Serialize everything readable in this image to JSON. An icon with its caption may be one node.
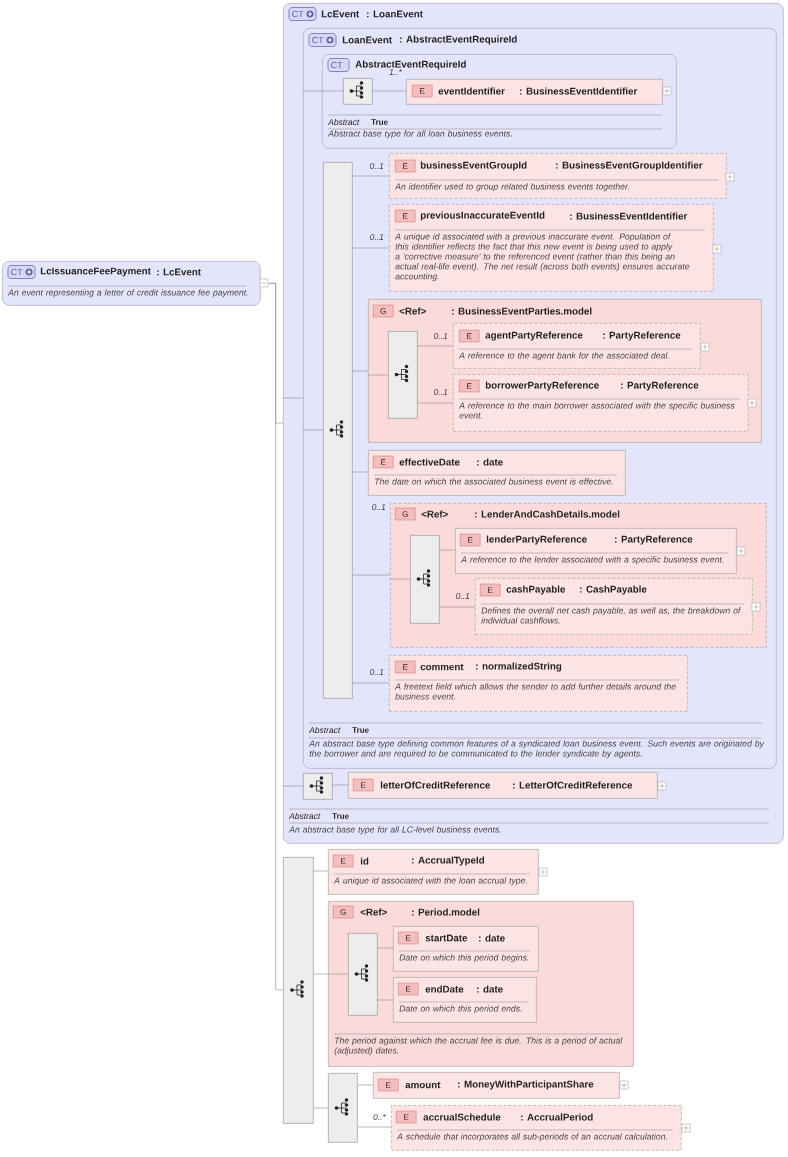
{
  "diagram": {
    "nodes": [
      {
        "text": [
          "CT",
          "LcIssuanceFeePayment",
          ": LcEvent",
          "An event representing a letter of credit issuance fee payment."
        ]
      },
      {
        "text": [
          "CT",
          "LcEvent",
          ": LoanEvent",
          "Abstract",
          "True",
          "An abstract base type for all LC-level business events."
        ]
      },
      {
        "text": [
          "CT",
          "LoanEvent",
          ": AbstractEventRequireId",
          "Abstract",
          "True",
          "An abstract base type defining common features of a syndicated loan business event. Such events are originated by the borrower and are required to be communicated to the lender syndicate by agents."
        ],
        "in": 1
      },
      {
        "text": [
          "CT",
          "AbstractEventRequireId",
          "Abstract",
          "True",
          "Abstract base type for all loan business events."
        ],
        "in": 2
      },
      {
        "text": [],
        "shape": "box",
        "in": 3
      },
      {
        "text": [
          "E",
          "eventIdentifier",
          ": BusinessEventIdentifier"
        ],
        "beside": [
          "1..*"
        ],
        "in": 3
      },
      {
        "text": [],
        "shape": "box",
        "in": 2
      },
      {
        "text": [
          "E",
          "businessEventGroupId",
          ": BusinessEventGroupIdentifier",
          "An identifier used to group related business events together."
        ],
        "beside": [
          "0..1"
        ],
        "in": 2
      },
      {
        "text": [
          "E",
          "previousInaccurateEventId",
          ": BusinessEventIdentifier",
          "A unique id associated with a previous inaccurate event. Population of this identifier reflects the fact that this new event is being used to apply a 'corrective measure' to the referenced event (rather than this being an actual real-life event). The net result (across both events) ensures accurate accounting."
        ],
        "beside": [
          "0..1"
        ],
        "in": 2
      },
      {
        "text": [
          "G",
          "<Ref>",
          ": BusinessEventParties.model"
        ],
        "in": 2
      },
      {
        "text": [],
        "shape": "box",
        "in": 9
      },
      {
        "text": [
          "E",
          "agentPartyReference",
          ": PartyReference",
          "A reference to the agent bank for the associated deal."
        ],
        "beside": [
          "0..1"
        ],
        "in": 9
      },
      {
        "text": [
          "E",
          "borrowerPartyReference",
          ": PartyReference",
          "A reference to the main borrower associated with the specific business event."
        ],
        "beside": [
          "0..1"
        ],
        "in": 9
      },
      {
        "text": [
          "E",
          "effectiveDate",
          ": date",
          "The date on which the associated business event is effective."
        ],
        "in": 2
      },
      {
        "text": [
          "G",
          "<Ref>",
          ": LenderAndCashDetails.model"
        ],
        "beside": [
          "0..1"
        ],
        "in": 2
      },
      {
        "text": [],
        "shape": "box",
        "in": 14
      },
      {
        "text": [
          "E",
          "lenderPartyReference",
          ": PartyReference",
          "A reference to the lender associated with a specific business event."
        ],
        "in": 14
      },
      {
        "text": [
          "E",
          "cashPayable",
          ": CashPayable",
          "Defines the overall net cash payable, as well as, the breakdown of individual cashflows."
        ],
        "beside": [
          "0..1"
        ],
        "in": 14
      },
      {
        "text": [
          "E",
          "comment",
          ": normalizedString",
          "A freetext field which allows the sender to add further details around the business event."
        ],
        "beside": [
          "0..1"
        ],
        "in": 2
      },
      {
        "text": [],
        "shape": "box",
        "in": 1
      },
      {
        "text": [
          "E",
          "letterOfCreditReference",
          ": LetterOfCreditReference"
        ],
        "in": 1
      },
      {
        "text": [],
        "shape": "box"
      },
      {
        "text": [
          "E",
          "id",
          ": AccrualTypeId",
          "A unique id associated with the loan accrual type."
        ]
      },
      {
        "text": [
          "G",
          "<Ref>",
          ": Period.model",
          "The period against which the accrual fee is due. This is a period of actual (adjusted) dates."
        ]
      },
      {
        "text": [],
        "shape": "box",
        "in": 23
      },
      {
        "text": [
          "E",
          "startDate",
          ": date",
          "Date on which this period begins."
        ],
        "in": 23
      },
      {
        "text": [
          "E",
          "endDate",
          ": date",
          "Date on which this period ends."
        ],
        "in": 23
      },
      {
        "text": [],
        "shape": "box"
      },
      {
        "text": [
          "E",
          "amount",
          ": MoneyWithParticipantShare"
        ]
      },
      {
        "text": [
          "E",
          "accrualSchedule",
          ": AccrualPeriod",
          "A schedule that incorporates all sub-periods of an accrual calculation."
        ],
        "beside": [
          "0..*"
        ]
      }
    ],
    "edges": [
      {
        "from": 0,
        "to": 1,
        "arrow": "none"
      },
      {
        "from": 0,
        "to": 21,
        "arrow": "none"
      },
      {
        "from": 1,
        "to": 2,
        "arrow": "none"
      },
      {
        "from": 1,
        "to": 19,
        "arrow": "none"
      },
      {
        "from": 2,
        "to": 4,
        "arrow": "none"
      },
      {
        "from": 2,
        "to": 6,
        "arrow": "none"
      },
      {
        "from": 4,
        "to": 5,
        "arrow": "none"
      },
      {
        "from": 6,
        "to": 7,
        "arrow": "none"
      },
      {
        "from": 6,
        "to": 8,
        "arrow": "none"
      },
      {
        "from": 6,
        "to": 9,
        "arrow": "none"
      },
      {
        "from": 9,
        "to": 10,
        "arrow": "none"
      },
      {
        "from": 10,
        "to": 11,
        "arrow": "none"
      },
      {
        "from": 10,
        "to": 12,
        "arrow": "none"
      },
      {
        "from": 6,
        "to": 13,
        "arrow": "none"
      },
      {
        "from": 6,
        "to": 14,
        "arrow": "none"
      },
      {
        "from": 14,
        "to": 15,
        "arrow": "none"
      },
      {
        "from": 15,
        "to": 16,
        "arrow": "none"
      },
      {
        "from": 15,
        "to": 17,
        "arrow": "none"
      },
      {
        "from": 6,
        "to": 18,
        "arrow": "none"
      },
      {
        "from": 19,
        "to": 20,
        "arrow": "none"
      },
      {
        "from": 21,
        "to": 22,
        "arrow": "none"
      },
      {
        "from": 21,
        "to": 23,
        "arrow": "none"
      },
      {
        "from": 23,
        "to": 24,
        "arrow": "none"
      },
      {
        "from": 24,
        "to": 25,
        "arrow": "none"
      },
      {
        "from": 24,
        "to": 26,
        "arrow": "none"
      },
      {
        "from": 21,
        "to": 27,
        "arrow": "none"
      },
      {
        "from": 27,
        "to": 28,
        "arrow": "none"
      },
      {
        "from": 27,
        "to": 29,
        "arrow": "none"
      }
    ]
  }
}
